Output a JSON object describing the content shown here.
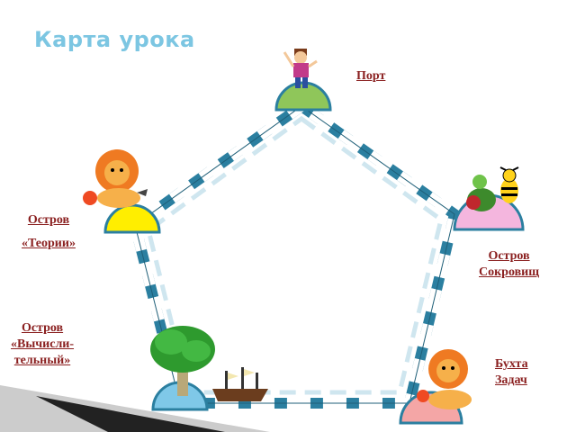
{
  "title": "Карта урока",
  "stations": [
    {
      "name": "port",
      "lines": [
        "Порт"
      ],
      "color": "#8fc65a"
    },
    {
      "name": "island-theory",
      "lines": [
        "Остров",
        "«Теории»"
      ],
      "color": "#ffee00"
    },
    {
      "name": "island-treasure",
      "lines": [
        "Остров",
        "Сокровищ"
      ],
      "color": "#f4b6de"
    },
    {
      "name": "island-calculating",
      "lines": [
        "Остров",
        "«Вычисли-",
        "тельный»"
      ],
      "color": "#7fc8e8"
    },
    {
      "name": "bay-tasks",
      "lines": [
        "Бухта",
        "Задач"
      ],
      "color": "#f4a6a6"
    }
  ],
  "colors": {
    "road_blue": "#2b7fa0",
    "road_light": "#d8ecf4",
    "title": "#7cc6e2",
    "label": "#8a1f1f"
  }
}
